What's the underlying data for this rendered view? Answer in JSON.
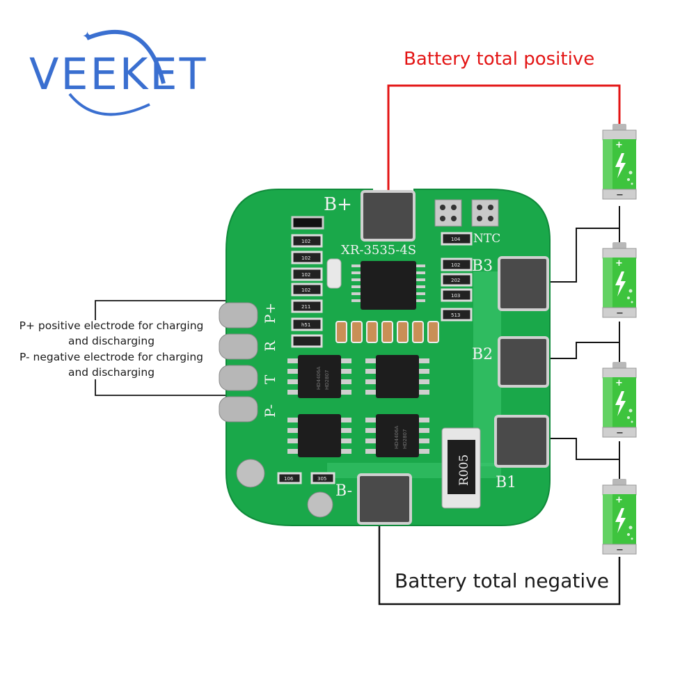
{
  "logo": {
    "text": "veeket"
  },
  "labels": {
    "battery_total_positive": "Battery total positive",
    "battery_total_negative": "Battery total negative",
    "p_plus_line1": "P+ positive electrode for charging",
    "p_plus_line2": "and discharging",
    "p_minus_line1": "P- negative electrode for charging",
    "p_minus_line2": "and discharging"
  },
  "board": {
    "model": "XR-3535-4S",
    "pads": {
      "b_plus": "B+",
      "b_minus": "B-",
      "b3": "B3",
      "b2": "B2",
      "b1": "B1",
      "ntc": "NTC"
    },
    "side_pins": {
      "p_plus": "P+",
      "r": "R",
      "t": "T",
      "p_minus": "P-"
    },
    "shunt_resistor": "R005",
    "resistor_codes": [
      "102",
      "102",
      "102",
      "102",
      "211",
      "h51",
      "104",
      "102",
      "202",
      "103",
      "513",
      "106",
      "305"
    ],
    "mosfet_codes": [
      "HD4406A",
      "HD2807",
      "HD4406A",
      "HD2807"
    ]
  },
  "batteries": {
    "count": 4,
    "plus": "+",
    "minus": "−"
  },
  "colors": {
    "board_green": "#1aa84a",
    "positive_wire": "#e31414",
    "logo_blue": "#3a6fd0",
    "cell_green": "#3ec43e"
  }
}
